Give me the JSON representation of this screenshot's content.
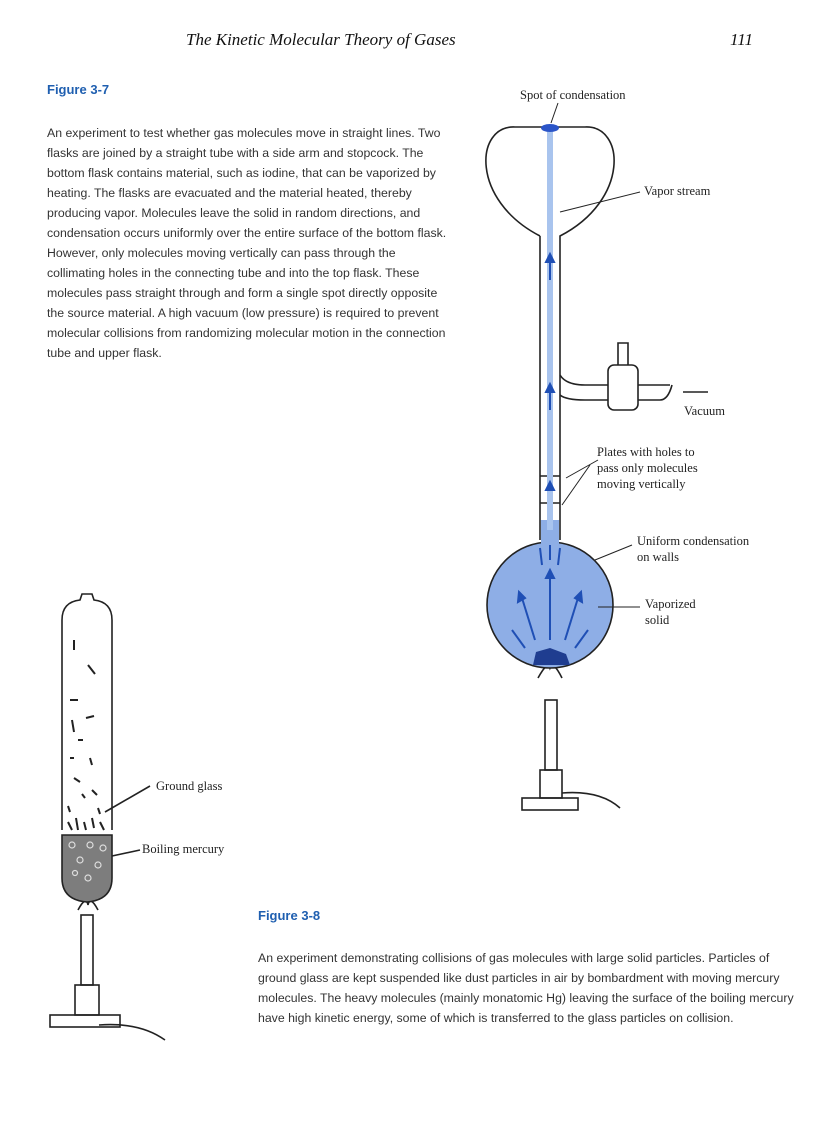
{
  "header": {
    "running_title": "The Kinetic Molecular Theory of Gases",
    "page_number": "111"
  },
  "figure_3_7": {
    "label": "Figure 3-7",
    "caption": "An experiment to test whether gas molecules move in straight lines. Two flasks are joined by a straight tube with a side arm and stopcock. The bottom flask contains material, such as iodine, that can be vaporized by heating. The flasks are evacuated and the material heated, thereby producing vapor. Molecules leave the solid in random directions, and condensation occurs uniformly over the entire surface of the bottom flask. However, only molecules moving vertically can pass through the collimating holes in the connecting tube and into the top flask. These molecules pass straight through and form a single spot directly opposite the source material. A high vacuum (low pressure) is required to prevent molecular collisions from randomizing molecular motion in the connection tube and upper flask.",
    "labels": {
      "spot": "Spot of condensation",
      "vapor_stream": "Vapor stream",
      "vacuum": "Vacuum",
      "plates_1": "Plates with holes to",
      "plates_2": "pass only molecules",
      "plates_3": "moving vertically",
      "uniform_1": "Uniform condensation",
      "uniform_2": "on walls",
      "vaporized_1": "Vaporized",
      "vaporized_2": "solid"
    },
    "colors": {
      "vapor": "#2b55c8",
      "flask_fill": "#8eaee6",
      "stream": "#a9c4ee"
    }
  },
  "figure_3_8": {
    "label": "Figure 3-8",
    "caption": "An experiment demonstrating collisions of gas molecules with large solid particles. Particles of ground glass are kept suspended like dust particles in air by bombardment with moving mercury molecules. The heavy molecules (mainly monatomic Hg) leaving the surface of the boiling mercury have high kinetic energy, some of which is transferred to the glass particles on collision.",
    "labels": {
      "ground_glass": "Ground glass",
      "boiling_mercury": "Boiling mercury"
    },
    "colors": {
      "mercury": "#7d7d7d"
    }
  }
}
